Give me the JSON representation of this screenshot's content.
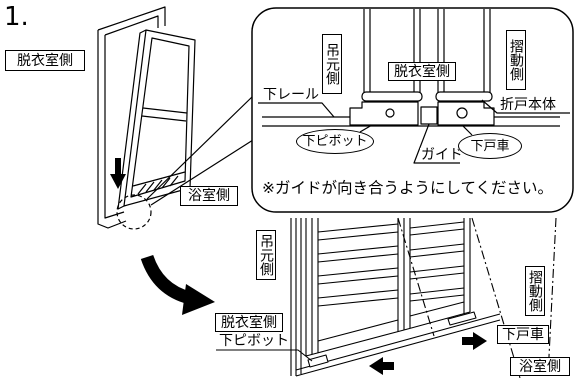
{
  "step_number": "1.",
  "colors": {
    "line": "#000000",
    "background": "#ffffff"
  },
  "icons": {
    "down_arrow": "down-arrow-icon",
    "curved_arrow": "curved-arrow-icon",
    "left_arrow": "left-arrow-icon",
    "right_arrow": "right-arrow-icon"
  },
  "overview": {
    "dressing_room_side": "脱衣室側",
    "bathroom_side": "浴室側"
  },
  "detail": {
    "hinge_side": "吊元側",
    "dressing_room_side": "脱衣室側",
    "sliding_side": "摺動側",
    "lower_rail": "下レール",
    "door_body": "折戸本体",
    "lower_pivot": "下ピボット",
    "guide": "ガイド",
    "lower_roller": "下戸車",
    "note": "※ガイドが向き合うようにしてください。"
  },
  "installed": {
    "hinge_side": "吊元側",
    "sliding_side": "摺動側",
    "dressing_room_side": "脱衣室側",
    "lower_pivot": "下ピボット",
    "lower_roller": "下戸車",
    "bathroom_side": "浴室側"
  }
}
